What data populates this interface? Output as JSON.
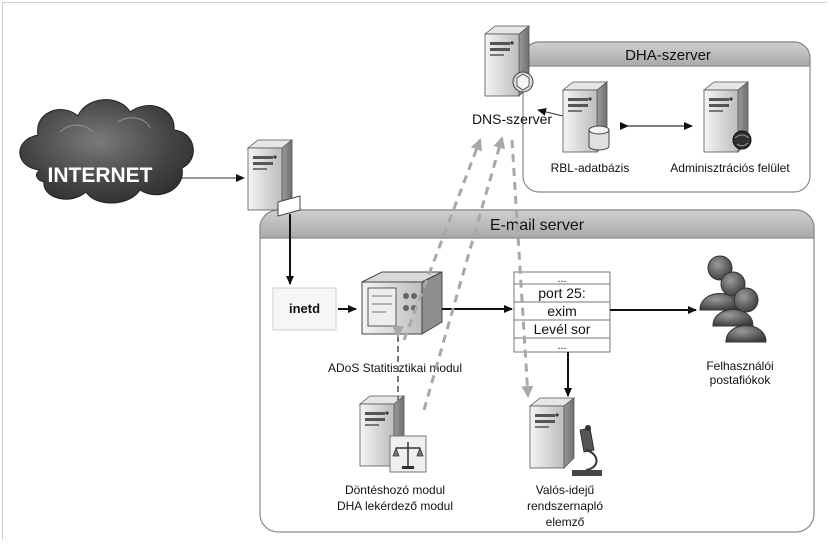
{
  "nodes": {
    "internet": "INTERNET",
    "dns_server": "DNS-szerver",
    "dha_server": "DHA-szerver",
    "rbl_database": "RBL-adatbázis",
    "admin_interface": "Adminisztrációs felület",
    "email_server": "E-mail server",
    "inetd": "inetd",
    "ados_module": "ADoS Statitisztikai modul",
    "decision_module_line1": "Döntéshozó modul",
    "decision_module_line2": "DHA lekérdező modul",
    "log_analyzer_line1": "Valós-idejű",
    "log_analyzer_line2": "rendszernapló",
    "log_analyzer_line3": "elemző",
    "mailboxes_line1": "Felhasználói",
    "mailboxes_line2": "postafiókok"
  },
  "port_list": {
    "dots_top": "...",
    "port": "port 25:",
    "exim": "exim",
    "queue": "Levél sor",
    "dots_bottom": "..."
  },
  "colors": {
    "cloud": "#3a3a3a",
    "panel_header": "#bdbdbd",
    "dashed_arrow": "#a8a8a8",
    "arrow": "#111111"
  }
}
